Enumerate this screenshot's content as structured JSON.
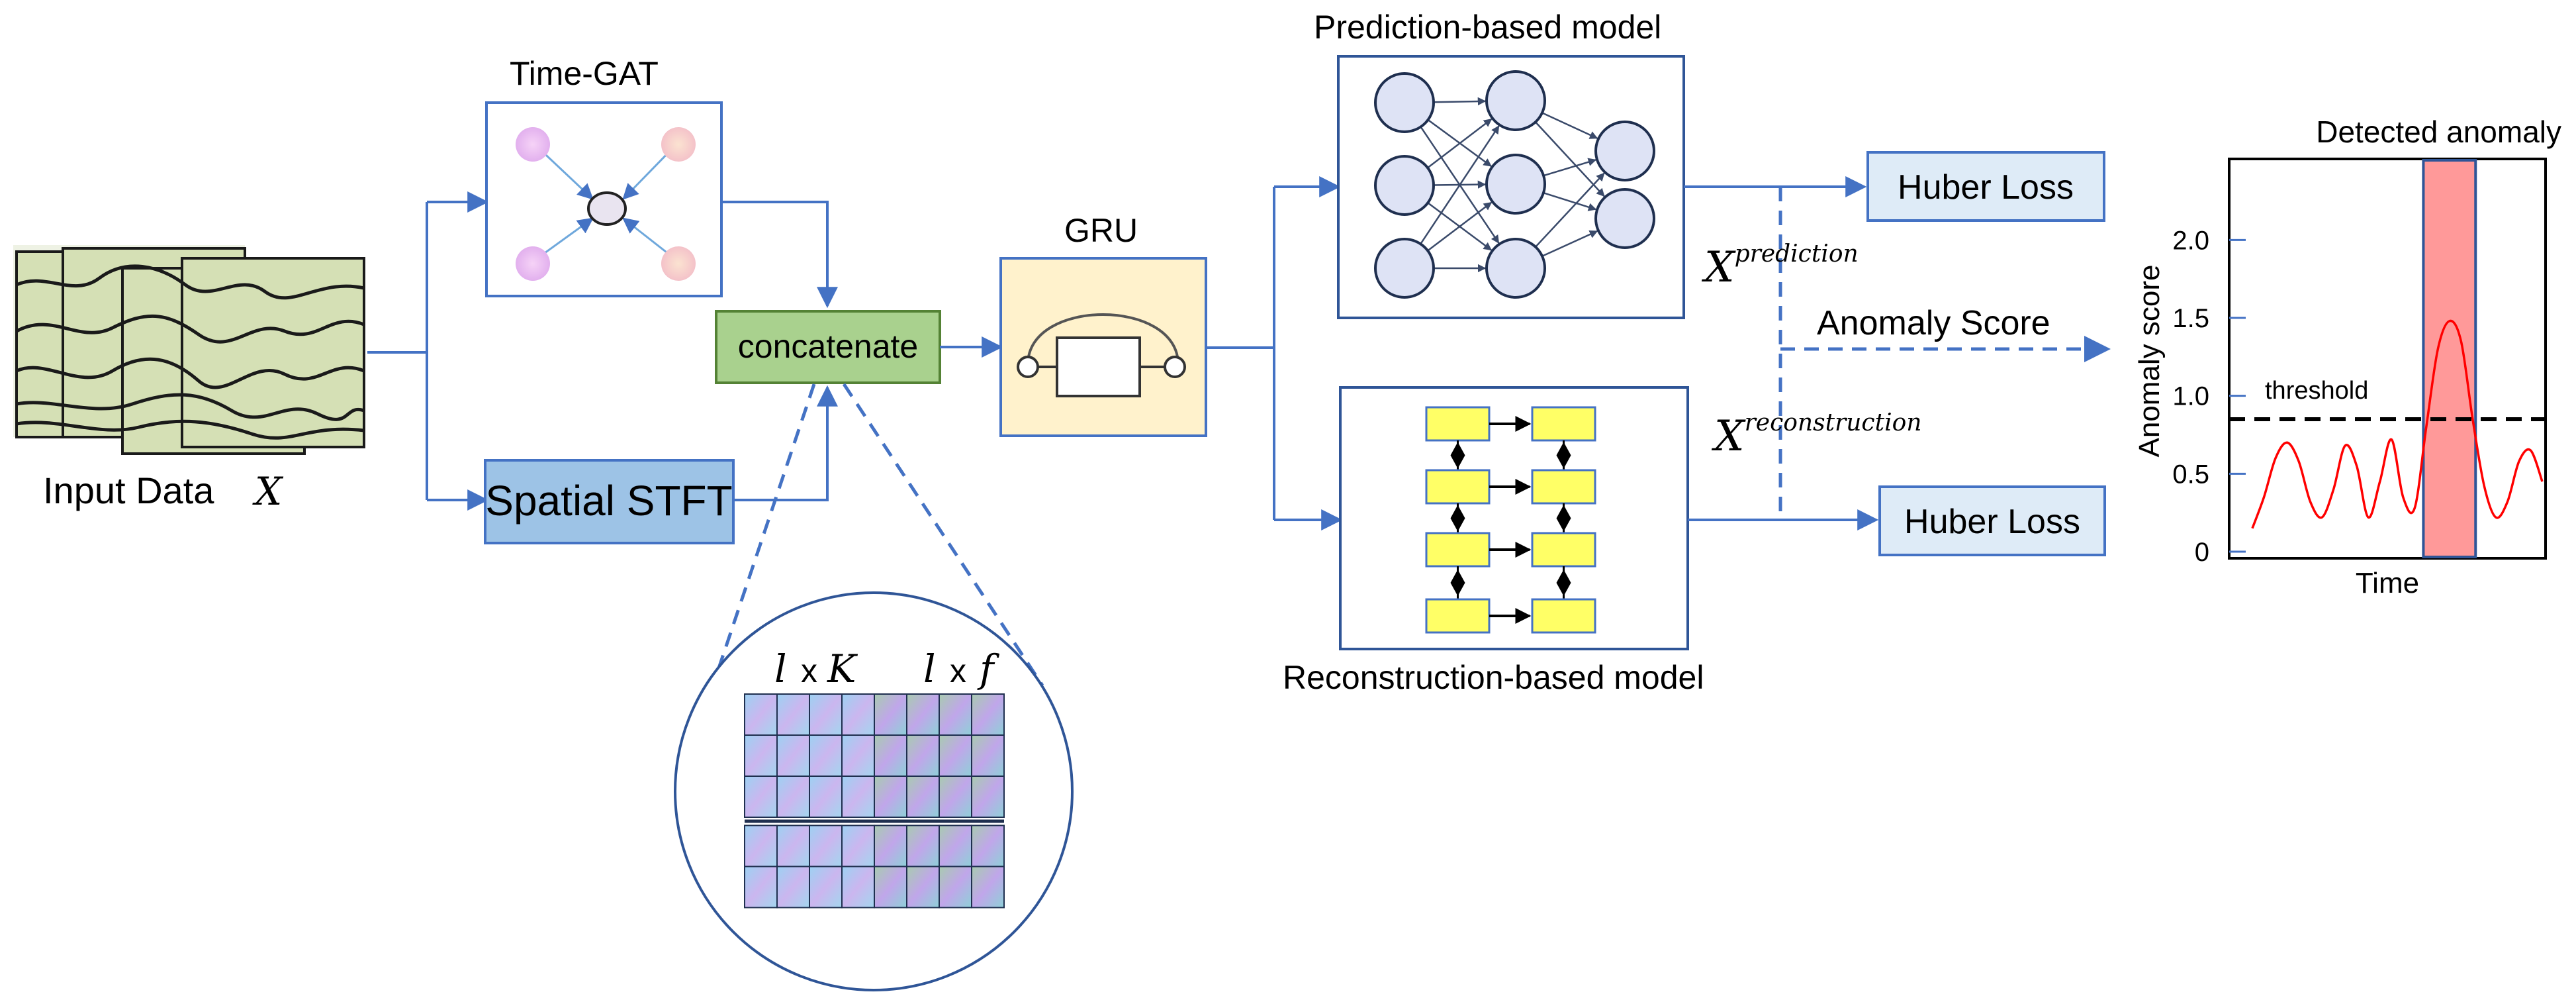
{
  "input": {
    "label": "Input Data",
    "symbol": "X"
  },
  "time_gat": {
    "label": "Time-GAT"
  },
  "spatial_stft": {
    "label": "Spatial STFT"
  },
  "concat": {
    "label": "concatenate"
  },
  "gru": {
    "label": "GRU"
  },
  "zoom": {
    "left_label_l": "l",
    "left_label_x": "x",
    "left_label_K": "K",
    "right_label_l": "l",
    "right_label_x": "x",
    "right_label_f": "f"
  },
  "prediction_model": {
    "label": "Prediction-based model"
  },
  "reconstruction_model": {
    "label": "Reconstruction-based model"
  },
  "huber_top": {
    "label": "Huber Loss"
  },
  "huber_bottom": {
    "label": "Huber Loss"
  },
  "x_prediction": {
    "base": "X",
    "sup": "prediction"
  },
  "x_reconstruction": {
    "base": "X",
    "sup": "reconstruction"
  },
  "anomaly_score": {
    "label": "Anomaly Score"
  },
  "colors": {
    "arrow": "#4472c4",
    "gat_box_border": "#4472c4",
    "stft_fill": "#9dc3e6",
    "concat_fill": "#a9d18e",
    "concat_border": "#548235",
    "gru_fill": "#fff2cc",
    "huber_fill": "#deebf7",
    "node_fill": "#dee3f5",
    "node_border": "#1f2f4f",
    "recon_cell": "#ffff66",
    "signal_fill": "#d5e0b5",
    "anomaly_fill": "#ff9999",
    "anomaly_curve": "#ff0000"
  },
  "chart_data": {
    "type": "line",
    "title": "Detected anomaly",
    "xlabel": "Time",
    "ylabel": "Anomaly score",
    "yticks": [
      "0",
      "0.5",
      "1.0",
      "1.5",
      "2.0"
    ],
    "ylim": [
      0,
      2.35
    ],
    "threshold": {
      "label": "threshold",
      "value": 0.85
    },
    "anomaly_region": [
      0.59,
      0.77
    ],
    "series": [
      {
        "x": [
          0.0,
          0.04,
          0.08,
          0.12,
          0.16,
          0.2,
          0.24,
          0.28,
          0.32,
          0.36,
          0.4,
          0.44,
          0.48,
          0.52,
          0.56,
          0.6,
          0.64,
          0.68,
          0.72,
          0.76,
          0.8,
          0.84,
          0.88,
          0.92,
          0.96,
          1.0
        ],
        "y": [
          0.15,
          0.35,
          0.6,
          0.7,
          0.58,
          0.32,
          0.22,
          0.4,
          0.68,
          0.55,
          0.22,
          0.45,
          0.72,
          0.35,
          0.28,
          0.8,
          1.3,
          1.48,
          1.35,
          0.85,
          0.42,
          0.22,
          0.32,
          0.58,
          0.65,
          0.45
        ]
      }
    ]
  }
}
